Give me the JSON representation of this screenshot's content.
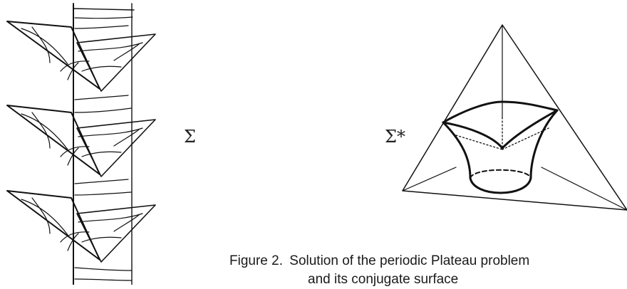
{
  "figure": {
    "left_label": "Σ",
    "right_label": "Σ*",
    "caption_number": "Figure 2.",
    "caption_line1": "Solution of the periodic Plateau problem",
    "caption_line2": "and its conjugate surface"
  },
  "colors": {
    "ink": "#111111",
    "background": "#ffffff"
  }
}
